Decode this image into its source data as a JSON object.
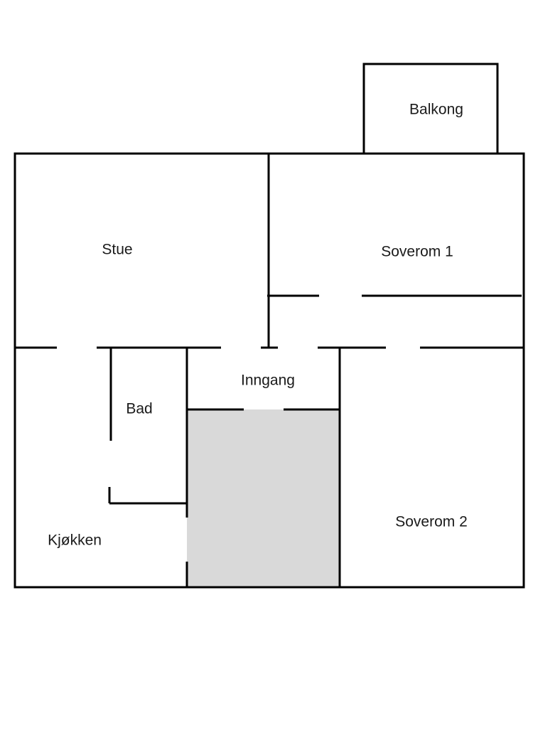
{
  "colors": {
    "wall": "#000000",
    "background": "#ffffff",
    "shaded_area": "#d9d9d9",
    "label": "#1a1a1a"
  },
  "rooms": {
    "balkong": "Balkong",
    "stue": "Stue",
    "soverom1": "Soverom 1",
    "inngang": "Inngang",
    "bad": "Bad",
    "kjokken": "Kjøkken",
    "soverom2": "Soverom 2"
  }
}
